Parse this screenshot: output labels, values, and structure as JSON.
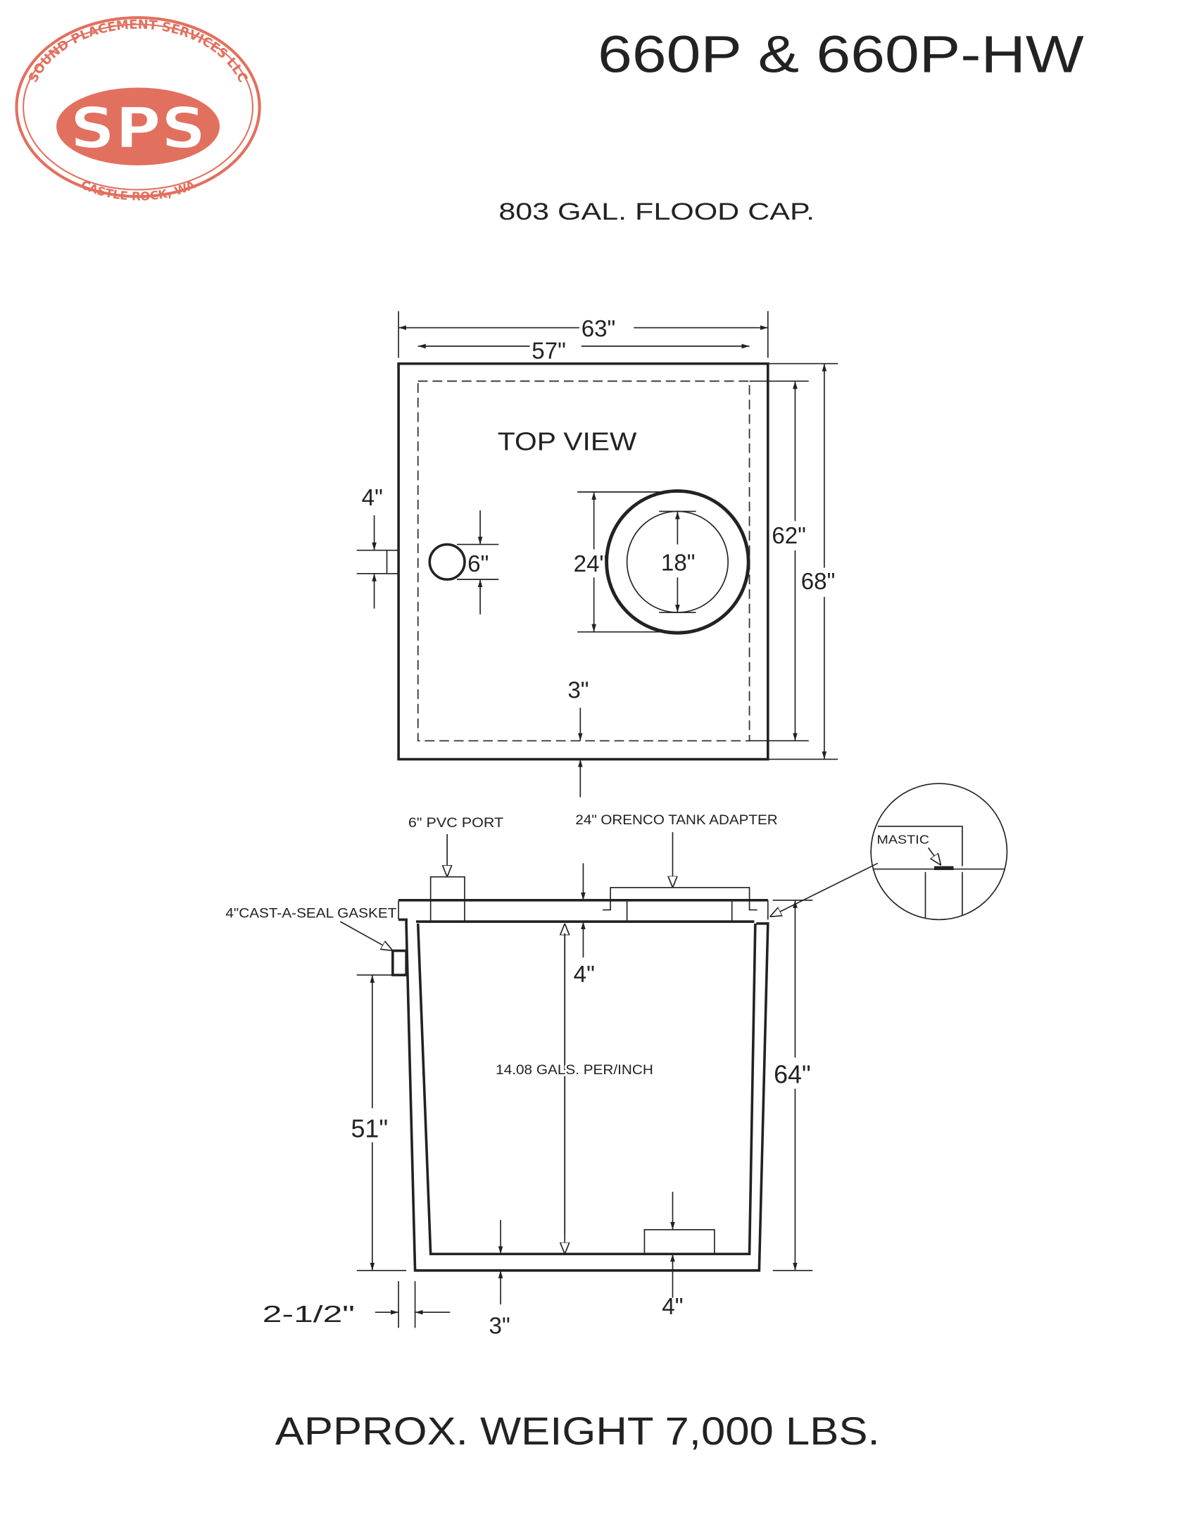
{
  "logo": {
    "company": "SOUND PLACEMENT SERVICES LLC",
    "initials": "SPS",
    "location": "CASTLE ROCK, WA",
    "color": "#e2705f"
  },
  "title": "660P & 660P-HW",
  "capacity": "803 GAL. FLOOD CAP.",
  "top_view": {
    "label": "TOP VIEW",
    "dim_outer_width": "63\"",
    "dim_inner_width": "57\"",
    "dim_inner_length": "62\"",
    "dim_outer_length": "68\"",
    "dim_port_offset": "4\"",
    "dim_port_dia": "6\"",
    "dim_riser_outer": "24\"",
    "dim_riser_inner": "18\"",
    "dim_wall": "3\""
  },
  "side_view": {
    "pvc_port_label": "6\" PVC PORT",
    "adapter_label": "24\" ORENCO TANK ADAPTER",
    "gasket_label": "4\"CAST-A-SEAL GASKET",
    "mastic_label": "MASTIC",
    "dim_lid": "4\"",
    "gals_per_inch": "14.08 GALS. PER/INCH",
    "dim_outlet_height": "51\"",
    "dim_total_height": "64\"",
    "dim_wall": "2-1/2\"",
    "dim_floor": "3\"",
    "dim_block": "4\""
  },
  "weight": "APPROX. WEIGHT 7,000 LBS."
}
